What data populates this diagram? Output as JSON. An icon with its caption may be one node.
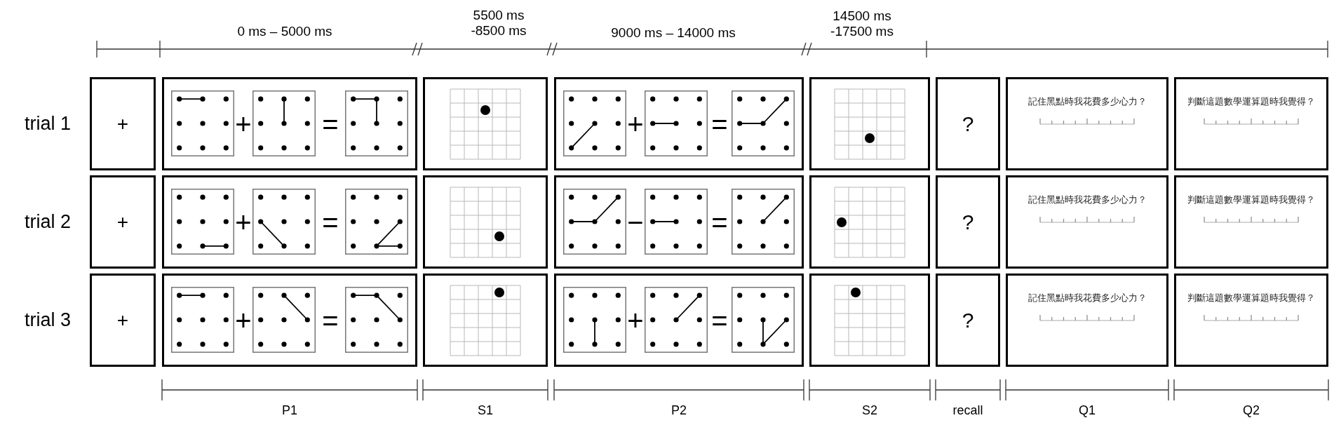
{
  "diagram": {
    "nodes": [
      {
        "text": [
          "+"
        ]
      },
      {
        "text": [
          "+",
          "="
        ]
      },
      {
        "text": [],
        "shape": "picture",
        "in": 1
      },
      {
        "text": [],
        "shape": "picture",
        "in": 1
      },
      {
        "text": [],
        "shape": "picture",
        "in": 1
      },
      {
        "text": [],
        "shape": "picture"
      },
      {
        "text": [
          "+",
          "="
        ]
      },
      {
        "text": [],
        "shape": "picture",
        "in": 6
      },
      {
        "text": [],
        "shape": "picture",
        "in": 6
      },
      {
        "text": [],
        "shape": "picture",
        "in": 6
      },
      {
        "text": [],
        "shape": "picture"
      },
      {
        "text": [
          "?"
        ]
      },
      {
        "text": [
          "記住黑點時我花費多少心力？"
        ]
      },
      {
        "text": [
          "判斷這題數學運算題時我覺得？"
        ]
      },
      {
        "text": [
          "+"
        ]
      },
      {
        "text": [
          "+",
          "="
        ]
      },
      {
        "text": [],
        "shape": "picture",
        "in": 15
      },
      {
        "text": [],
        "shape": "picture",
        "in": 15
      },
      {
        "text": [],
        "shape": "picture",
        "in": 15
      },
      {
        "text": [],
        "shape": "picture"
      },
      {
        "text": [
          "−",
          "="
        ]
      },
      {
        "text": [],
        "shape": "picture",
        "in": 20
      },
      {
        "text": [],
        "shape": "picture",
        "in": 20
      },
      {
        "text": [],
        "shape": "picture",
        "in": 20
      },
      {
        "text": [],
        "shape": "picture"
      },
      {
        "text": [
          "?"
        ]
      },
      {
        "text": [
          "記住黑點時我花費多少心力？"
        ]
      },
      {
        "text": [
          "判斷這題數學運算題時我覺得？"
        ]
      },
      {
        "text": [
          "+"
        ]
      },
      {
        "text": [
          "+",
          "="
        ]
      },
      {
        "text": [],
        "shape": "picture",
        "in": 29
      },
      {
        "text": [],
        "shape": "picture",
        "in": 29
      },
      {
        "text": [],
        "shape": "picture",
        "in": 29
      },
      {
        "text": [],
        "shape": "picture"
      },
      {
        "text": [
          "+",
          "="
        ]
      },
      {
        "text": [],
        "shape": "picture",
        "in": 34
      },
      {
        "text": [],
        "shape": "picture",
        "in": 34
      },
      {
        "text": [],
        "shape": "picture",
        "in": 34
      },
      {
        "text": [],
        "shape": "picture"
      },
      {
        "text": [
          "?"
        ]
      },
      {
        "text": [
          "記住黑點時我花費多少心力？"
        ]
      },
      {
        "text": [
          "判斷這題數學運算題時我覺得？"
        ]
      }
    ],
    "labels": [
      "0 ms – 5000 ms",
      "5500 ms -8500 ms",
      "9000 ms – 14000 ms",
      "14500 ms -17500 ms",
      "trial 1",
      "trial 2",
      "trial 3",
      "P1",
      "S1",
      "P2",
      "S2",
      "recall",
      "Q1",
      "Q2"
    ]
  }
}
